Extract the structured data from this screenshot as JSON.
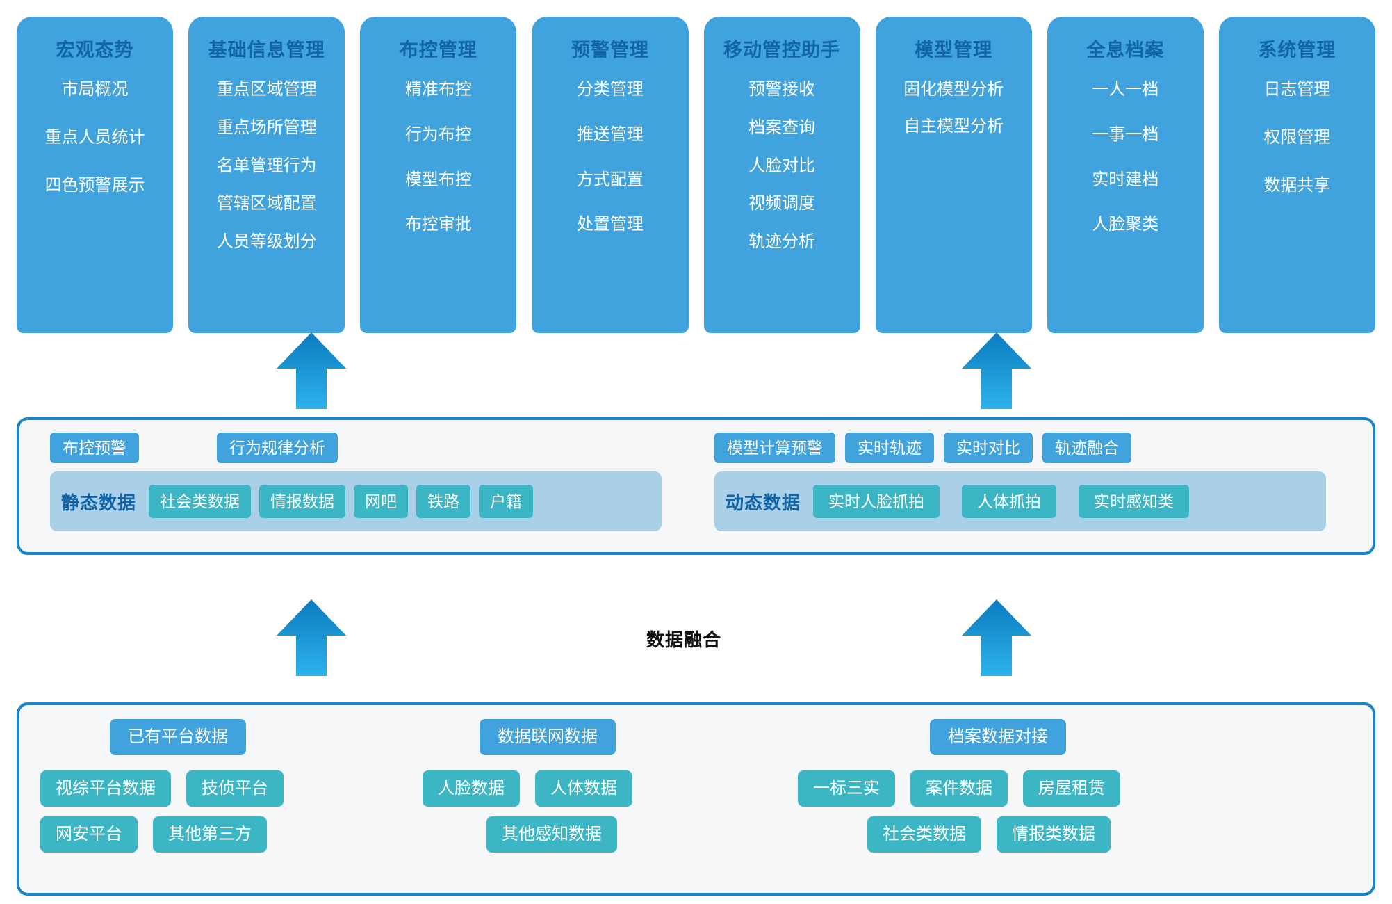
{
  "diagram": {
    "fusion_label": "数据融合",
    "colors": {
      "card_blue": "#41a3dd",
      "title_blue": "#1265a8",
      "band_blue": "#a9cfe9",
      "chip_teal": "#3cb6c4",
      "panel_border": "#1a84c8",
      "panel_fill": "#f5f7f9",
      "arrow_top": "#0c7ec0",
      "arrow_bottom": "#2ab0ea"
    }
  },
  "top_row": {
    "modules": [
      {
        "title": "宏观态势",
        "items": [
          "市局概况",
          "重点人员统计",
          "四色预警展示"
        ]
      },
      {
        "title": "基础信息管理",
        "items": [
          "重点区域管理",
          "重点场所管理",
          "名单管理行为",
          "管辖区域配置",
          "人员等级划分"
        ]
      },
      {
        "title": "布控管理",
        "items": [
          "精准布控",
          "行为布控",
          "模型布控",
          "布控审批"
        ]
      },
      {
        "title": "预警管理",
        "items": [
          "分类管理",
          "推送管理",
          "方式配置",
          "处置管理"
        ]
      },
      {
        "title": "移动管控助手",
        "items": [
          "预警接收",
          "档案查询",
          "人脸对比",
          "视频调度",
          "轨迹分析"
        ]
      },
      {
        "title": "模型管理",
        "items": [
          "固化模型分析",
          "自主模型分析"
        ]
      },
      {
        "title": "全息档案",
        "items": [
          "一人一档",
          "一事一档",
          "实时建档",
          "人脸聚类"
        ]
      },
      {
        "title": "系统管理",
        "items": [
          "日志管理",
          "权限管理",
          "数据共享"
        ]
      }
    ]
  },
  "middle_panel": {
    "static_group": {
      "capabilities": [
        "布控预警",
        "行为规律分析"
      ],
      "band_label": "静态数据",
      "data_chips": [
        "社会类数据",
        "情报数据",
        "网吧",
        "铁路",
        "户籍"
      ]
    },
    "dynamic_group": {
      "capabilities": [
        "模型计算预警",
        "实时轨迹",
        "实时对比",
        "轨迹融合"
      ],
      "band_label": "动态数据",
      "data_chips": [
        "实时人脸抓拍",
        "人体抓拍",
        "实时感知类"
      ]
    }
  },
  "bottom_panel": {
    "sources": [
      {
        "heading": "已有平台数据",
        "rows": [
          [
            "视综平台数据",
            "技侦平台"
          ],
          [
            "网安平台",
            "其他第三方"
          ]
        ]
      },
      {
        "heading": "数据联网数据",
        "rows": [
          [
            "人脸数据",
            "人体数据"
          ],
          [
            "其他感知数据"
          ]
        ]
      },
      {
        "heading": "档案数据对接",
        "rows": [
          [
            "一标三实",
            "案件数据",
            "房屋租赁"
          ],
          [
            "社会类数据",
            "情报类数据"
          ]
        ]
      }
    ]
  }
}
